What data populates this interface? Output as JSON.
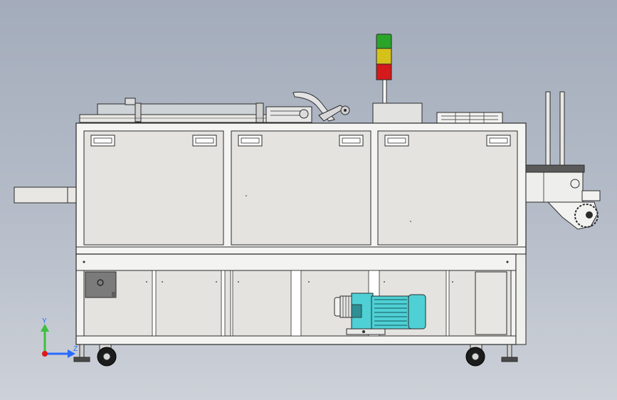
{
  "view": {
    "type": "cad-machine-side-view",
    "background_top": "#a3acbb",
    "background_bottom": "#cdd1d8"
  },
  "triad": {
    "y_label": "Y",
    "z_label": "Z",
    "y_color": "#3fbf3f",
    "z_color": "#2a6bff",
    "x_color": "#e01818"
  },
  "tower_light": {
    "colors": [
      "#2aa52a",
      "#d4c21a",
      "#d41a1a"
    ]
  },
  "colors": {
    "panel_fill": "#e5e3df",
    "frame_fill": "#f3f3f1",
    "stroke": "#2b2b2b",
    "motor": "#4fd0d4",
    "motor_dark": "#2e8f95",
    "plate": "#7b7b7b"
  }
}
